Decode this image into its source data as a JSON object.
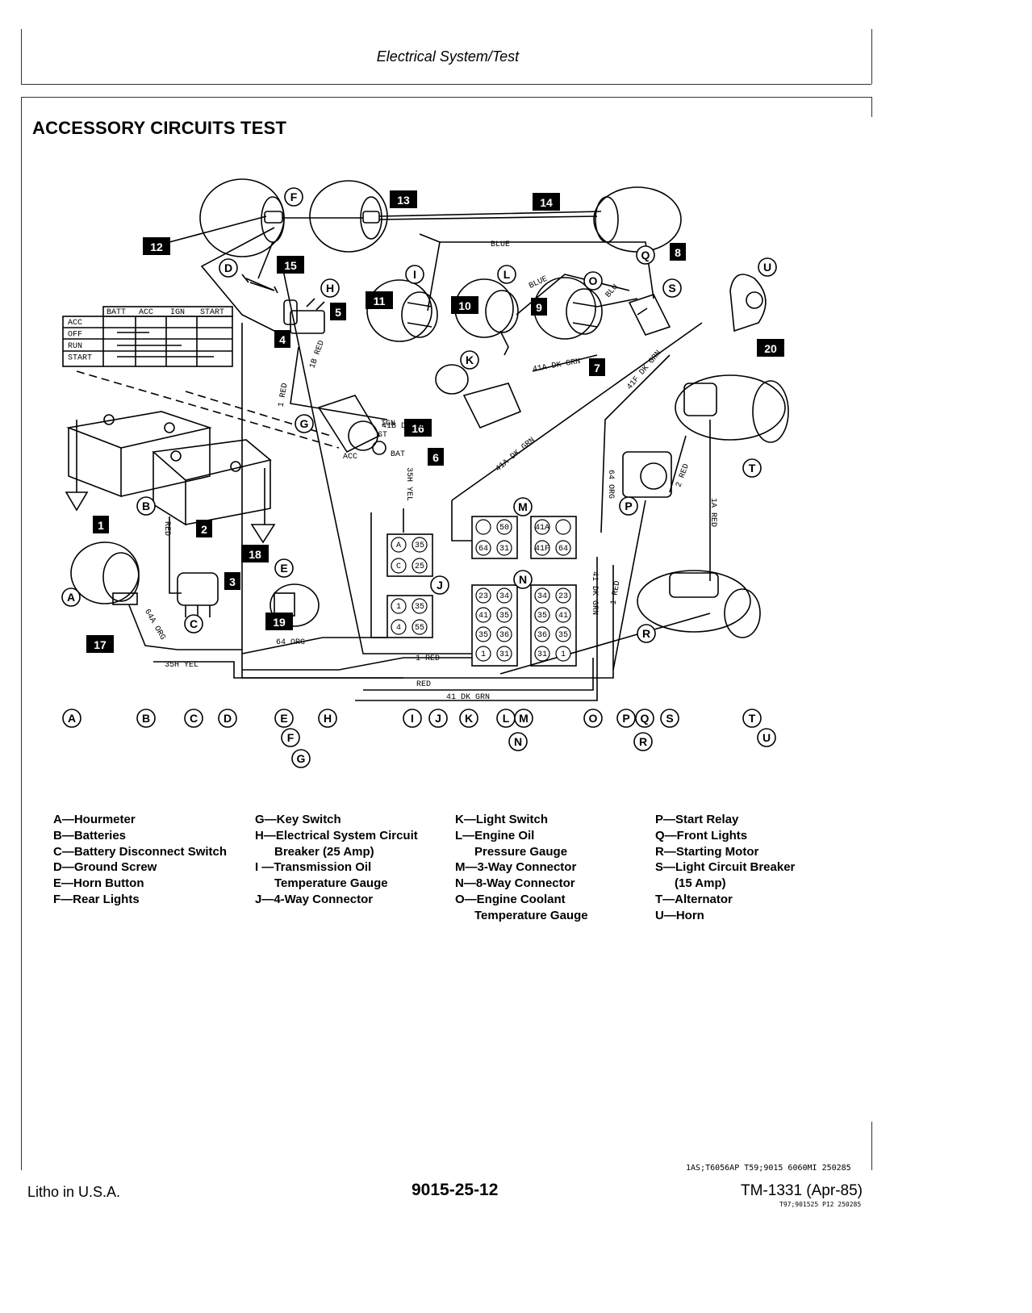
{
  "header": {
    "title": "Electrical System/Test"
  },
  "section": {
    "title": "ACCESSORY CIRCUITS TEST"
  },
  "diagram": {
    "numbers": [
      "1",
      "2",
      "3",
      "4",
      "5",
      "6",
      "7",
      "8",
      "9",
      "10",
      "11",
      "12",
      "13",
      "14",
      "15",
      "16",
      "17",
      "18",
      "19",
      "20"
    ],
    "letters": [
      "A",
      "B",
      "C",
      "D",
      "E",
      "F",
      "G",
      "H",
      "I",
      "J",
      "K",
      "L",
      "M",
      "N",
      "O",
      "P",
      "Q",
      "R",
      "S",
      "T",
      "U"
    ],
    "wire_labels": {
      "blue_top": "BLUE",
      "blue_mid": "BLUE",
      "blu": "BLU",
      "w41a_top": "41A DK GRN",
      "w41f": "41F DK GRN",
      "w41b": "41B DK GRN",
      "w41a_mid": "41A DK GRN",
      "w1_red": "1 RED",
      "w1b_red": "1B RED",
      "w35h": "35H YEL",
      "w64": "64 ORG",
      "w2_red": "2 RED",
      "w1a_red": "1A RED",
      "w41_right": "41 DK GRN",
      "w1_red_right": "1 RED",
      "red_left": "RED",
      "w64a": "64A ORG",
      "w64_bottom": "64 ORG",
      "w35h_bottom": "35H YEL",
      "w1_red_bottom": "1 RED",
      "red_bottom": "RED",
      "w41_bottom": "41 DK GRN"
    },
    "switch_table": {
      "headers": [
        "BATT",
        "ACC",
        "IGN",
        "START"
      ],
      "rows": [
        "ACC",
        "OFF",
        "RUN",
        "START"
      ]
    },
    "key_switch_terms": {
      "ign": "IGN",
      "st": "ST",
      "acc": "ACC",
      "bat": "BAT"
    },
    "connector_m": {
      "left": [
        "",
        "50",
        "64",
        "31"
      ],
      "right": [
        "41A",
        "",
        "41F",
        "64"
      ]
    },
    "connector_j": {
      "top": [
        "A",
        "35",
        "C",
        "25"
      ],
      "bot": [
        "1",
        "35",
        "4",
        "55"
      ]
    },
    "connector_n": {
      "left": [
        "23",
        "34",
        "41",
        "35",
        "35",
        "36",
        "1",
        "31"
      ],
      "right": [
        "34",
        "23",
        "35",
        "41",
        "36",
        "35",
        "31",
        "1"
      ]
    }
  },
  "legend": {
    "col1": [
      "A—Hourmeter",
      "B—Batteries",
      "C—Battery Disconnect Switch",
      "D—Ground Screw",
      "E—Horn Button",
      "F—Rear Lights"
    ],
    "col2": [
      "G—Key Switch",
      "H—Electrical System Circuit",
      "Breaker (25 Amp)",
      "I —Transmission Oil",
      "Temperature Gauge",
      "J—4-Way Connector"
    ],
    "col3": [
      "K—Light Switch",
      "L—Engine Oil",
      "Pressure Gauge",
      "M—3-Way Connector",
      "N—8-Way Connector",
      "O—Engine Coolant",
      "Temperature Gauge"
    ],
    "col4": [
      "P—Start Relay",
      "Q—Front Lights",
      "R—Starting Motor",
      "S—Light Circuit Breaker",
      "(15 Amp)",
      "T—Alternator",
      "U—Horn"
    ]
  },
  "figure_ref": "1AS;T6056AP T59;9015 6060MI 250285",
  "footer": {
    "left": "Litho in U.S.A.",
    "center": "9015-25-12",
    "right": "TM-1331 (Apr-85)",
    "right_small": "T97;901525 P12 250285"
  }
}
